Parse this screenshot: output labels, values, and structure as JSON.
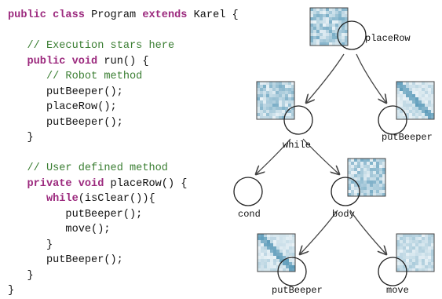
{
  "code": {
    "lines": [
      [
        {
          "t": "kw",
          "v": "public class"
        },
        {
          "t": "code-text",
          "v": " Program "
        },
        {
          "t": "kw",
          "v": "extends"
        },
        {
          "t": "code-text",
          "v": " Karel {"
        }
      ],
      [],
      [
        {
          "t": "code-text",
          "v": "   "
        },
        {
          "t": "cm",
          "v": "// Execution stars here"
        }
      ],
      [
        {
          "t": "code-text",
          "v": "   "
        },
        {
          "t": "kw",
          "v": "public void"
        },
        {
          "t": "code-text",
          "v": " run() {"
        }
      ],
      [
        {
          "t": "code-text",
          "v": "      "
        },
        {
          "t": "cm",
          "v": "// Robot method"
        }
      ],
      [
        {
          "t": "code-text",
          "v": "      putBeeper();"
        }
      ],
      [
        {
          "t": "code-text",
          "v": "      placeRow();"
        }
      ],
      [
        {
          "t": "code-text",
          "v": "      putBeeper();"
        }
      ],
      [
        {
          "t": "code-text",
          "v": "   }"
        }
      ],
      [],
      [
        {
          "t": "code-text",
          "v": "   "
        },
        {
          "t": "cm",
          "v": "// User defined method"
        }
      ],
      [
        {
          "t": "code-text",
          "v": "   "
        },
        {
          "t": "kw",
          "v": "private void"
        },
        {
          "t": "code-text",
          "v": " placeRow() {"
        }
      ],
      [
        {
          "t": "code-text",
          "v": "      "
        },
        {
          "t": "kw",
          "v": "while"
        },
        {
          "t": "code-text",
          "v": "(isClear()){"
        }
      ],
      [
        {
          "t": "code-text",
          "v": "         putBeeper();"
        }
      ],
      [
        {
          "t": "code-text",
          "v": "         move();"
        }
      ],
      [
        {
          "t": "code-text",
          "v": "      }"
        }
      ],
      [
        {
          "t": "code-text",
          "v": "      putBeeper();"
        }
      ],
      [
        {
          "t": "code-text",
          "v": "   }"
        }
      ],
      [
        {
          "t": "code-text",
          "v": "}"
        }
      ]
    ]
  },
  "tree": {
    "nodes": [
      {
        "id": "placeRow",
        "label": "placeRow",
        "thumb": "grid"
      },
      {
        "id": "while",
        "label": "while",
        "thumb": "grid"
      },
      {
        "id": "putBeeper1",
        "label": "putBeeper",
        "thumb": "diag"
      },
      {
        "id": "cond",
        "label": "cond",
        "thumb": null
      },
      {
        "id": "body",
        "label": "body",
        "thumb": "grid"
      },
      {
        "id": "putBeeper2",
        "label": "putBeeper",
        "thumb": "diag"
      },
      {
        "id": "move",
        "label": "move",
        "thumb": "sparse"
      }
    ],
    "edges": [
      [
        "placeRow",
        "while"
      ],
      [
        "placeRow",
        "putBeeper1"
      ],
      [
        "while",
        "cond"
      ],
      [
        "while",
        "body"
      ],
      [
        "body",
        "putBeeper2"
      ],
      [
        "body",
        "move"
      ]
    ]
  },
  "colors": {
    "keyword": "#9c2a7e",
    "comment": "#3a7e32",
    "thumb_base": "#eaf3f7",
    "thumb_dark": "#2f7fa6"
  }
}
